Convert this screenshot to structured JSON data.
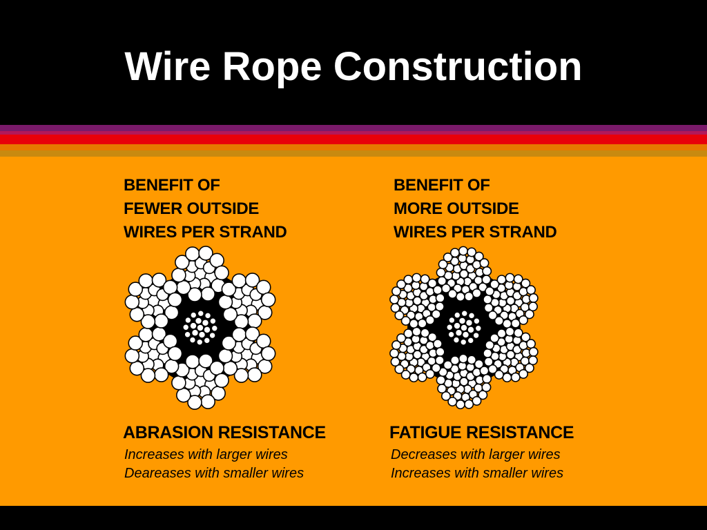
{
  "slide": {
    "title": "Wire Rope Construction"
  },
  "colors": {
    "background": "#000000",
    "panel": "#ff9a00",
    "stripe_purple": "#7a1a6a",
    "stripe_magenta": "#b2185a",
    "stripe_red": "#e8000a",
    "stripe_orange": "#e67800",
    "stripe_gold": "#c88a10",
    "wire": "#ffffff",
    "outline": "#000000"
  },
  "left": {
    "heading_lines": [
      "BENEFIT OF",
      "FEWER OUTSIDE",
      "WIRES PER STRAND"
    ],
    "resistance": "ABRASION RESISTANCE",
    "notes": [
      "Increases with larger wires",
      "Deareases with smaller wires"
    ],
    "diagram": "wire-rope-cross-section-large-wires"
  },
  "right": {
    "heading_lines": [
      "BENEFIT OF",
      "MORE OUTSIDE",
      "WIRES PER STRAND"
    ],
    "resistance": "FATIGUE RESISTANCE",
    "notes": [
      "Decreases with larger wires",
      "Increases with smaller wires"
    ],
    "diagram": "wire-rope-cross-section-small-wires"
  }
}
